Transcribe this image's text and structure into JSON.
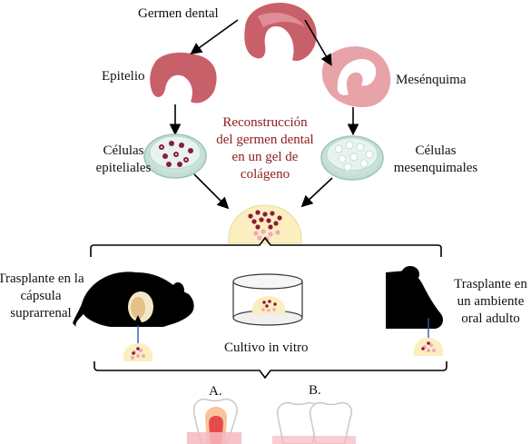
{
  "labels": {
    "germen": "Germen dental",
    "epitelio": "Epitelio",
    "mesenquima": "Mesénquima",
    "celulas_epi_1": "Células",
    "celulas_epi_2": "epiteliales",
    "celulas_mes_1": "Células",
    "celulas_mes_2": "mesenquimales",
    "recon_1": "Reconstrucción",
    "recon_2": "del germen dental",
    "recon_3": "en un gel de",
    "recon_4": "colágeno",
    "tras_sup_1": "Trasplante en la",
    "tras_sup_2": "cápsula",
    "tras_sup_3": "suprarrenal",
    "cultivo": "Cultivo in vitro",
    "tras_oral_1": "Trasplante en",
    "tras_oral_2": "un ambiente",
    "tras_oral_3": "oral adulto",
    "a": "A.",
    "b": "B."
  },
  "colors": {
    "tissue": "#c8606a",
    "gel": "#fbeebf",
    "dish": "#d6ebe6",
    "dot": "#8b1a3a",
    "accent_text": "#8e1b1b"
  },
  "icons": [
    "tooth-germ-icon",
    "epithelium-icon",
    "mesenchyme-icon",
    "petri-dish-icon",
    "collagen-gel-icon",
    "mouse-icon",
    "culture-dish-icon",
    "mouse-head-icon",
    "molar-tooth-icon"
  ]
}
